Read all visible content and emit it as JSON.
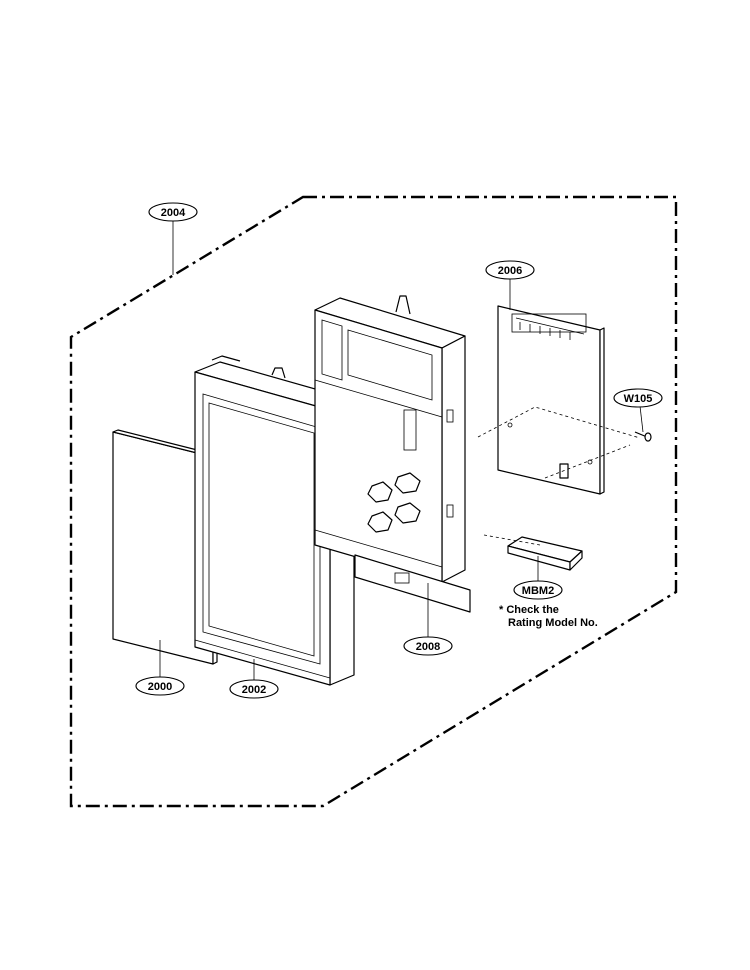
{
  "callouts": {
    "c2004": "2004",
    "c2006": "2006",
    "cW105": "W105",
    "c2000": "2000",
    "c2002": "2002",
    "c2008": "2008",
    "cMBM2": "MBM2"
  },
  "note": {
    "line1": "* Check the",
    "line2": "Rating Model No."
  }
}
